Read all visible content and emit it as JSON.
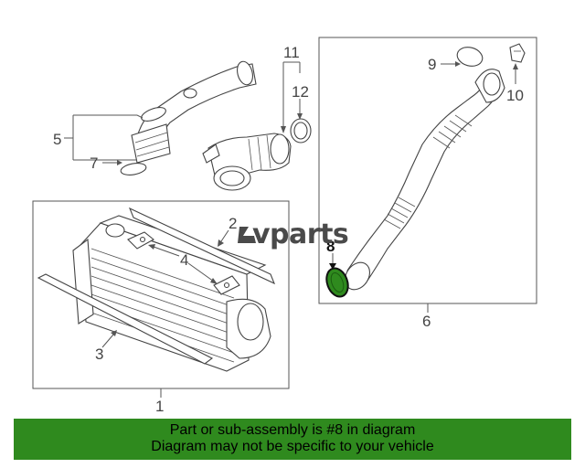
{
  "diagram": {
    "callouts": {
      "c1": "1",
      "c2": "2",
      "c3": "3",
      "c4": "4",
      "c5": "5",
      "c6": "6",
      "c7": "7",
      "c8": "8",
      "c9": "9",
      "c10": "10",
      "c11": "11",
      "c12": "12"
    },
    "highlight_color": "#2f8a1e"
  },
  "watermark": {
    "logo_text": "vparts"
  },
  "banner": {
    "line1": "Part or sub-assembly is #8 in diagram",
    "line2": "Diagram may not be specific to your vehicle",
    "color": "#2f8a1e"
  }
}
